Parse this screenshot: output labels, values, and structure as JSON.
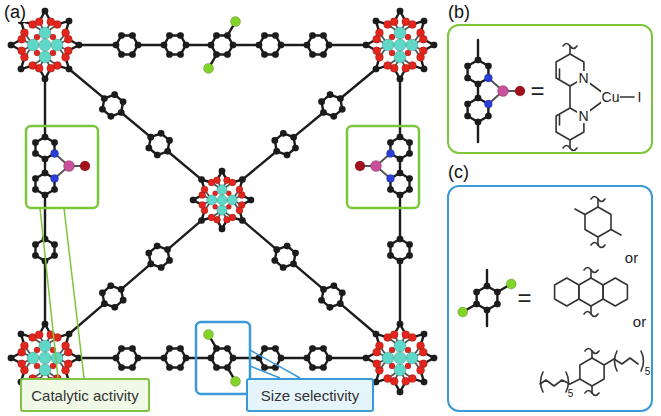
{
  "diagram": {
    "nodes": [
      {
        "text": [
          "=",
          "N",
          "N",
          "Cu",
          "I"
        ]
      },
      {
        "text": [
          "=",
          "or",
          "or",
          "5",
          "5"
        ]
      },
      {
        "text": [
          "Catalytic activity"
        ]
      },
      {
        "text": [
          "Size selectivity"
        ]
      }
    ],
    "labels": [
      "(a)",
      "(b)",
      "(c)"
    ]
  }
}
